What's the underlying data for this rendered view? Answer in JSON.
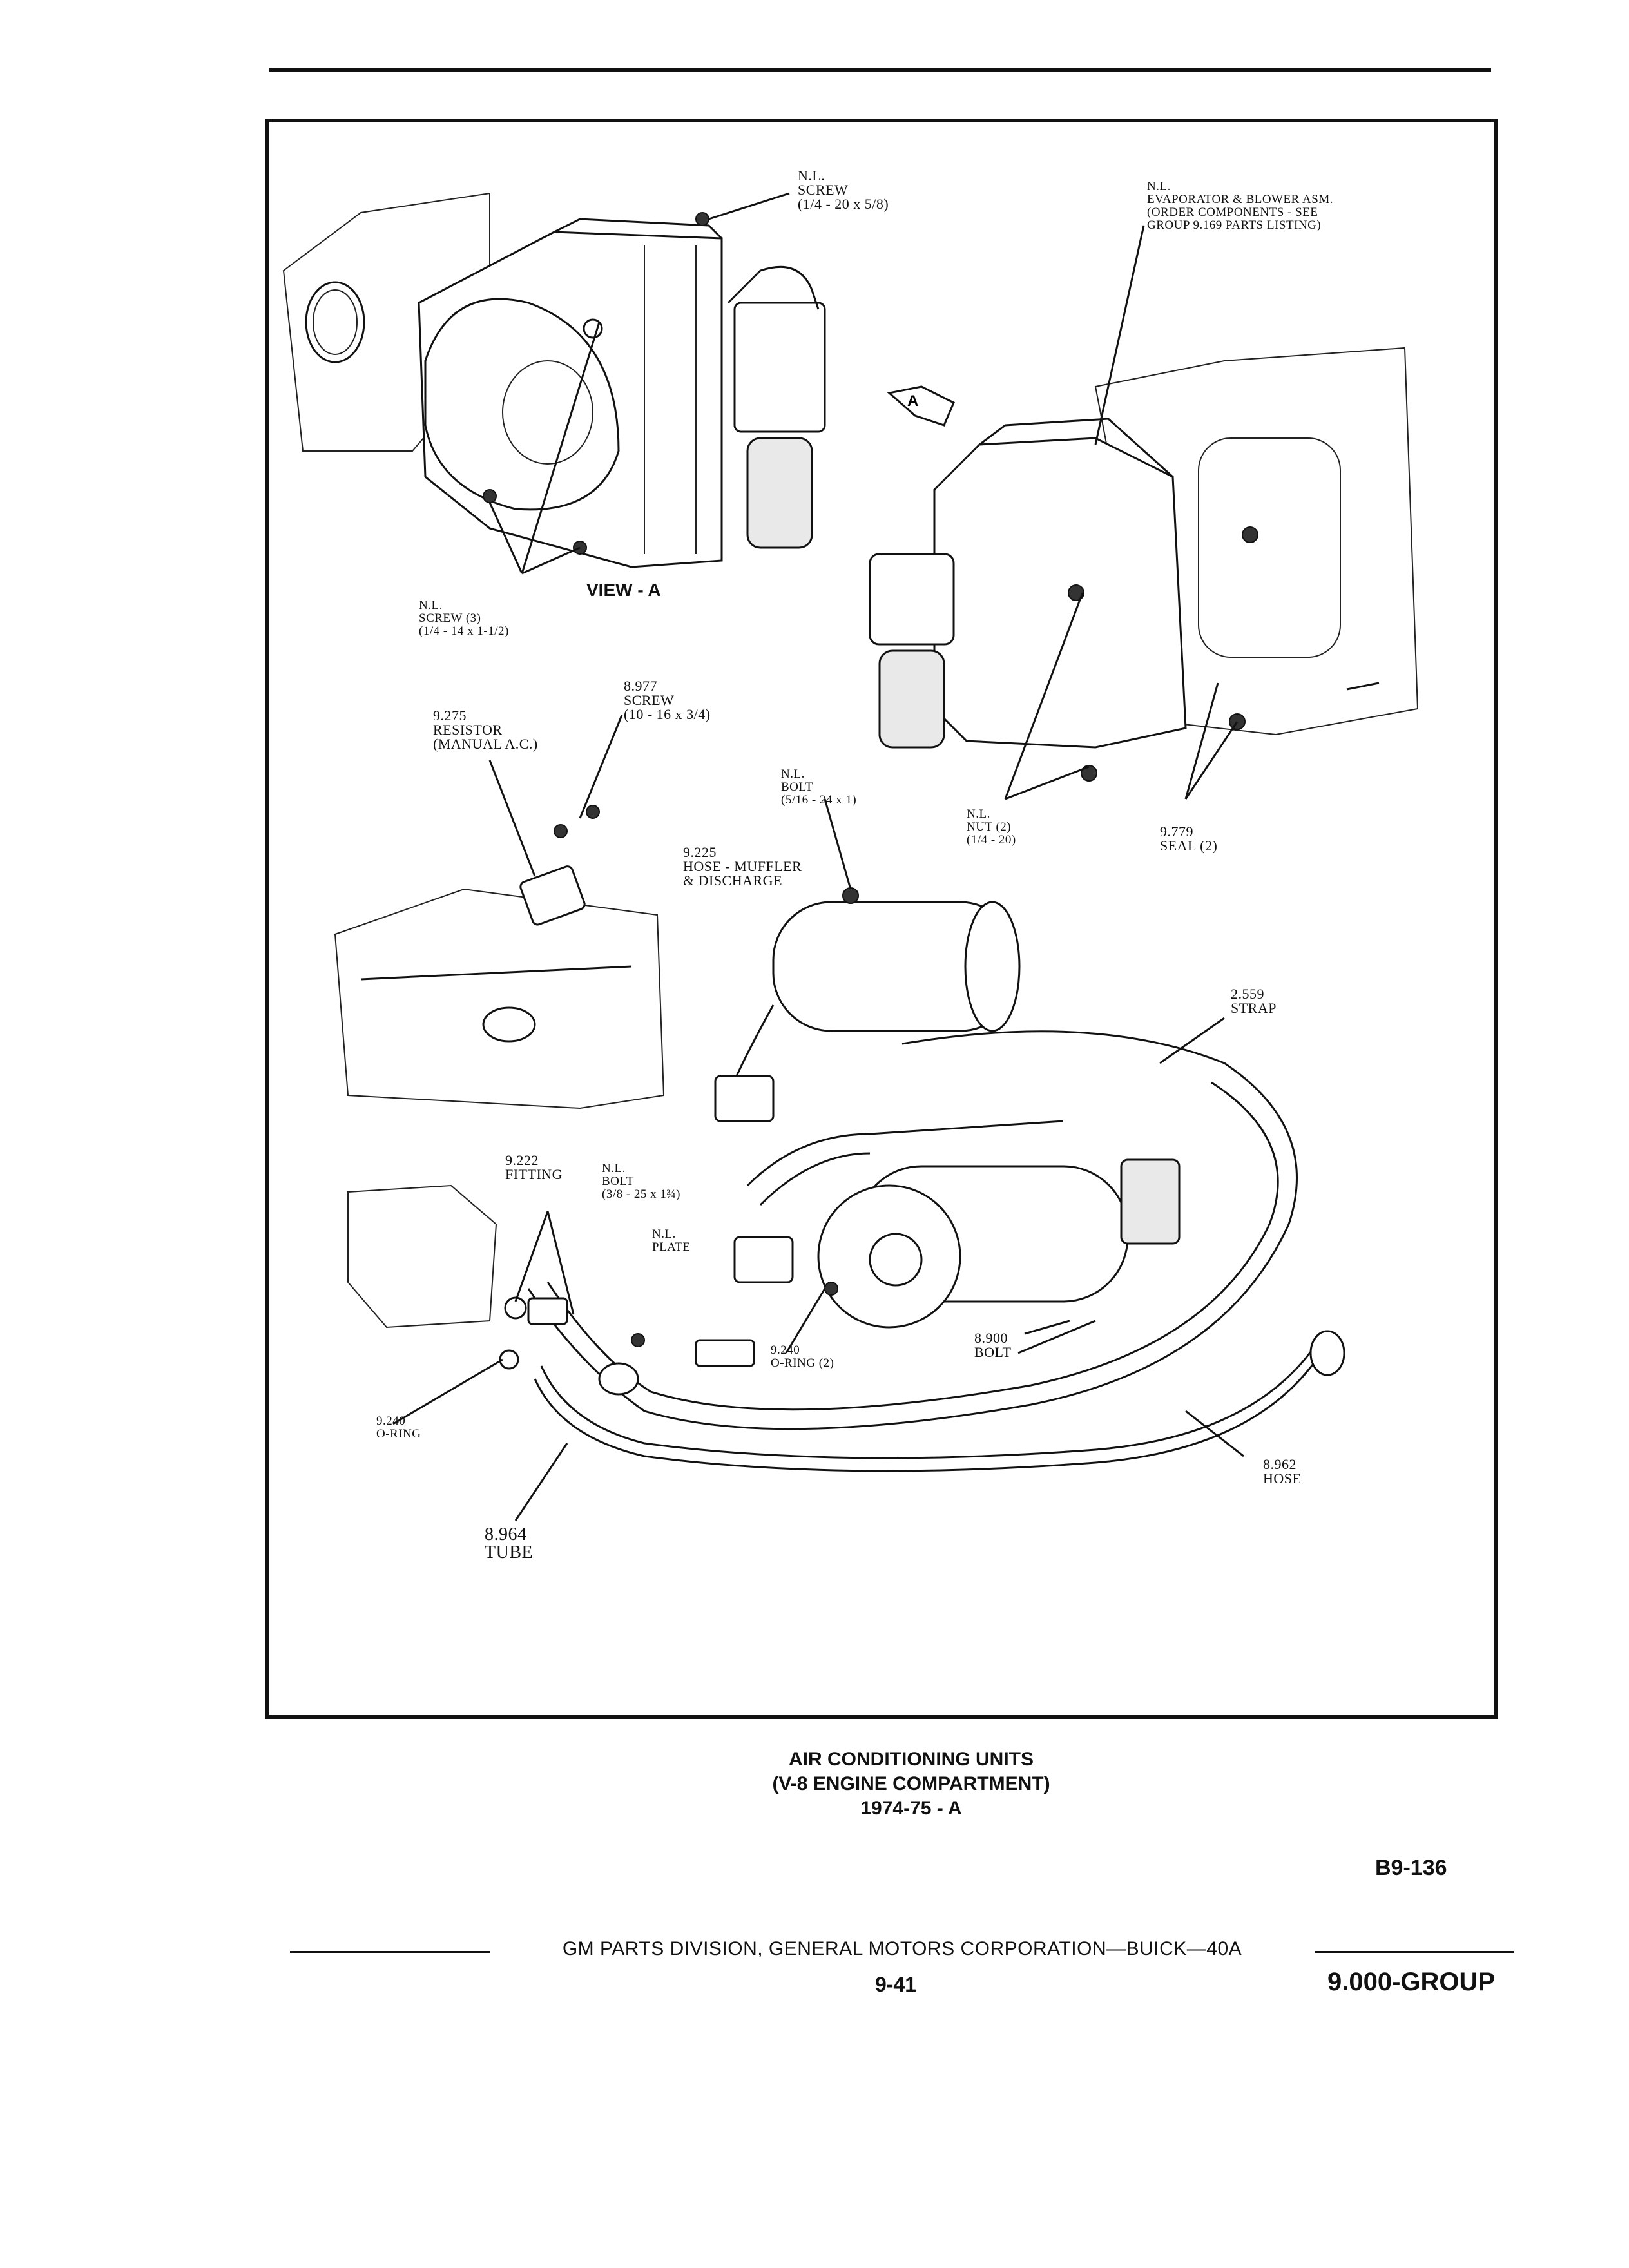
{
  "callouts": {
    "screw_top": "N.L.\nSCREW\n(1/4 - 20 x 5/8)",
    "evaporator": "N.L.\nEVAPORATOR & BLOWER ASM.\n(ORDER COMPONENTS - SEE\nGROUP 9.169 PARTS LISTING)",
    "screw_3": "N.L.\nSCREW (3)\n(1/4 - 14 x 1-1/2)",
    "view_a": "VIEW - A",
    "arrow_a": "A",
    "screw_8977": "8.977\nSCREW\n(10 - 16 x 3/4)",
    "resistor": "9.275\nRESISTOR\n(MANUAL A.C.)",
    "bolt_top": "N.L.\nBOLT\n(5/16 - 24 x 1)",
    "nut": "N.L.\nNUT (2)\n(1/4 - 20)",
    "seal": "9.779\nSEAL (2)",
    "hose_muffler": "9.225\nHOSE - MUFFLER\n& DISCHARGE",
    "strap": "2.559\nSTRAP",
    "fitting": "9.222\nFITTING",
    "bolt_mid": "N.L.\nBOLT\n(3/8 - 25 x 1¾)",
    "plate": "N.L.\nPLATE",
    "oring_2": "9.240\nO-RING (2)",
    "bolt_8900": "8.900\nBOLT",
    "oring": "9.240\nO-RING",
    "hose_8962": "8.962\nHOSE",
    "tube": "8.964\nTUBE"
  },
  "caption": {
    "line1": "AIR CONDITIONING UNITS",
    "line2": "(V-8 ENGINE COMPARTMENT)",
    "line3": "1974-75 - A"
  },
  "figure_id": "B9-136",
  "footer": {
    "text": "GM PARTS DIVISION, GENERAL MOTORS CORPORATION—BUICK—40A",
    "page": "9-41",
    "group": "9.000-GROUP"
  }
}
